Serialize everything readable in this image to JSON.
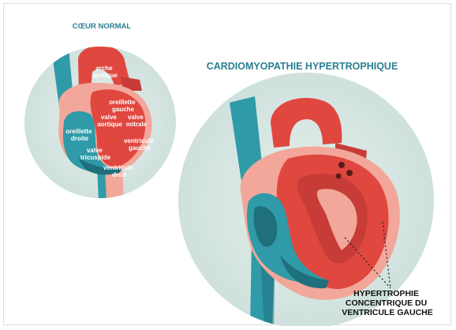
{
  "normal_heart": {
    "title": "CŒUR NORMAL",
    "labels": {
      "aortic_arch": [
        "arche",
        "aortique"
      ],
      "left_atrium": [
        "oreillette",
        "gauche"
      ],
      "aortic_valve": [
        "valve",
        "aortique"
      ],
      "mitral_valve": [
        "valve",
        "mitrale"
      ],
      "right_atrium": [
        "oreillette",
        "droite"
      ],
      "left_ventricle": [
        "ventricule",
        "gauche"
      ],
      "tricuspid_valve": [
        "valve",
        "tricuspide"
      ],
      "right_ventricle": [
        "ventricule",
        "droit"
      ]
    }
  },
  "hcm_heart": {
    "title": "CARDIOMYOPATHIE HYPERTROPHIQUE",
    "caption": [
      "HYPERTROPHIE",
      "CONCENTRIQUE DU",
      "VENTRICULE GAUCHE"
    ]
  },
  "colors": {
    "teal": "#2f9aa8",
    "teal_dark": "#1f6f7c",
    "red": "#e0473f",
    "red_dark": "#b8302e",
    "pink": "#f2a79a",
    "circle_bg": "#d6e6e2",
    "title": "#2b7f91"
  }
}
